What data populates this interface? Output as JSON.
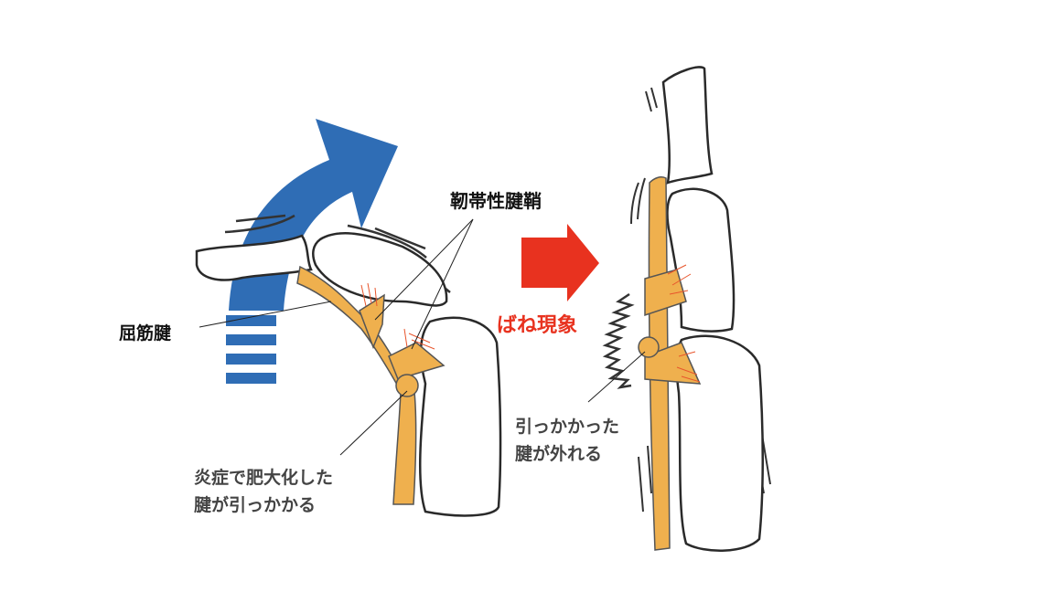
{
  "labels": {
    "ligament_sheath": "靭帯性腱鞘",
    "flexor_tendon": "屈筋腱",
    "left_caption": [
      "炎症で肥大化した",
      "腱が引っかかる"
    ],
    "spring_phenomenon": "ばね現象",
    "right_caption": [
      "引っかかった",
      "腱が外れる"
    ]
  },
  "colors": {
    "tendon": "#efb04e",
    "motion_arrow": "#2f6db5",
    "transition_arrow": "#e8321f",
    "bone_outline": "#2a2a2a",
    "fibers": "#e8552c"
  }
}
